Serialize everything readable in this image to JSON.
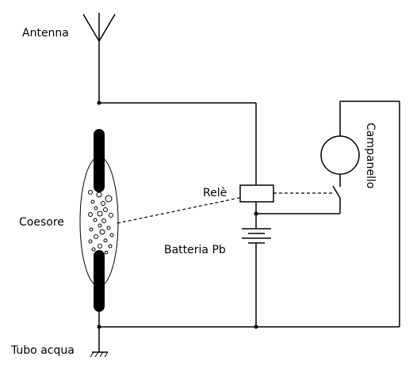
{
  "labels": {
    "antenna": "Antenna",
    "coherer": "Coesore",
    "relay": "Relè",
    "battery": "Batteria Pb",
    "bell": "Campanello",
    "ground": "Tubo acqua"
  },
  "colors": {
    "ink": "#000000",
    "background": "#ffffff"
  }
}
